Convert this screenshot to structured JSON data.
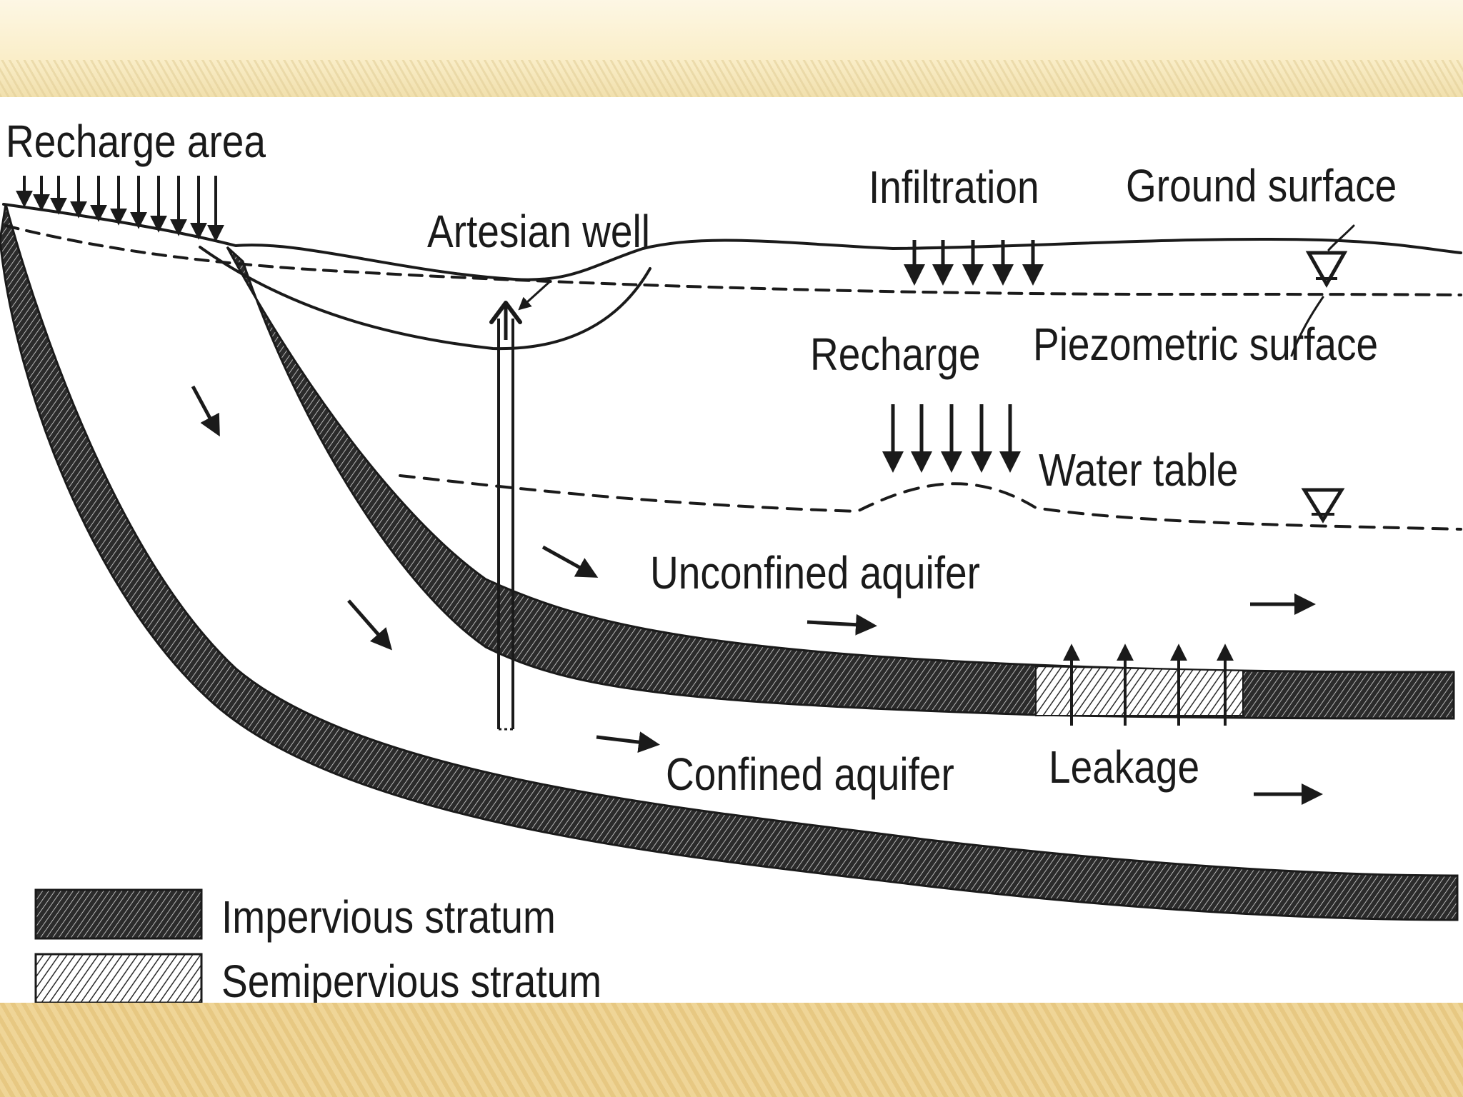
{
  "diagram": {
    "labels": {
      "recharge_area": "Recharge area",
      "artesian_well": "Artesian well",
      "infiltration": "Infiltration",
      "ground_surface": "Ground surface",
      "recharge": "Recharge",
      "piezometric_surface": "Piezometric surface",
      "water_table": "Water table",
      "unconfined_aquifer": "Unconfined aquifer",
      "leakage": "Leakage",
      "confined_aquifer": "Confined aquifer"
    },
    "legend": [
      {
        "key": "impervious",
        "label": "Impervious stratum"
      },
      {
        "key": "semipervious",
        "label": "Semipervious stratum"
      }
    ]
  },
  "colors": {
    "ink": "#1a1a1a",
    "paper": "#ffffff",
    "slide_background": "#fdf3d6",
    "bottom_band": "#e7c882"
  }
}
